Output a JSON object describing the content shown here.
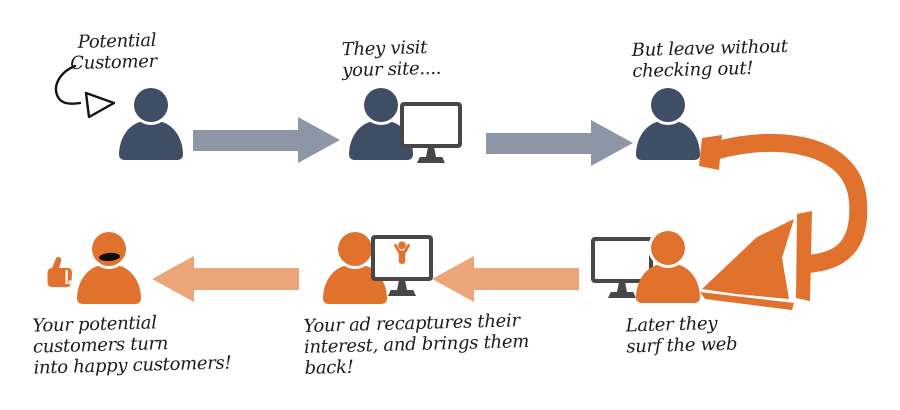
{
  "captions": {
    "step1": {
      "line1": "Potential",
      "line2": "Customer"
    },
    "step2": {
      "line1": "They visit",
      "line2": "your site...."
    },
    "step3": {
      "line1": "But leave without",
      "line2": "checking out!"
    },
    "step4": {
      "line1": "Later they",
      "line2": "surf the web"
    },
    "step5": {
      "line1": "Your ad recaptures their",
      "line2": "interest, and brings them",
      "line3": "back!"
    },
    "step6": {
      "line1": "Your potential",
      "line2": "customers turn",
      "line3": "into happy customers!"
    }
  },
  "icons": {
    "step1": "person-icon",
    "step2": "person-at-computer-icon",
    "step3": "person-icon",
    "step4": "person-at-computer-icon",
    "step5": "person-at-computer-with-ad-icon",
    "step6": "happy-person-with-thumbs-up-icon",
    "annotation": "hand-drawn-sketch-arrow-icon",
    "turnaround": "orange-brush-uturn-arrow-icon"
  },
  "colors": {
    "navy_person": "#3F4E64",
    "gray_arrow": "#8C96A6",
    "orange": "#E0722E",
    "salmon_arrow": "#ECA479",
    "monitor_gray": "#474747",
    "text": "#1B1B1B",
    "background": "#FFFFFF"
  }
}
